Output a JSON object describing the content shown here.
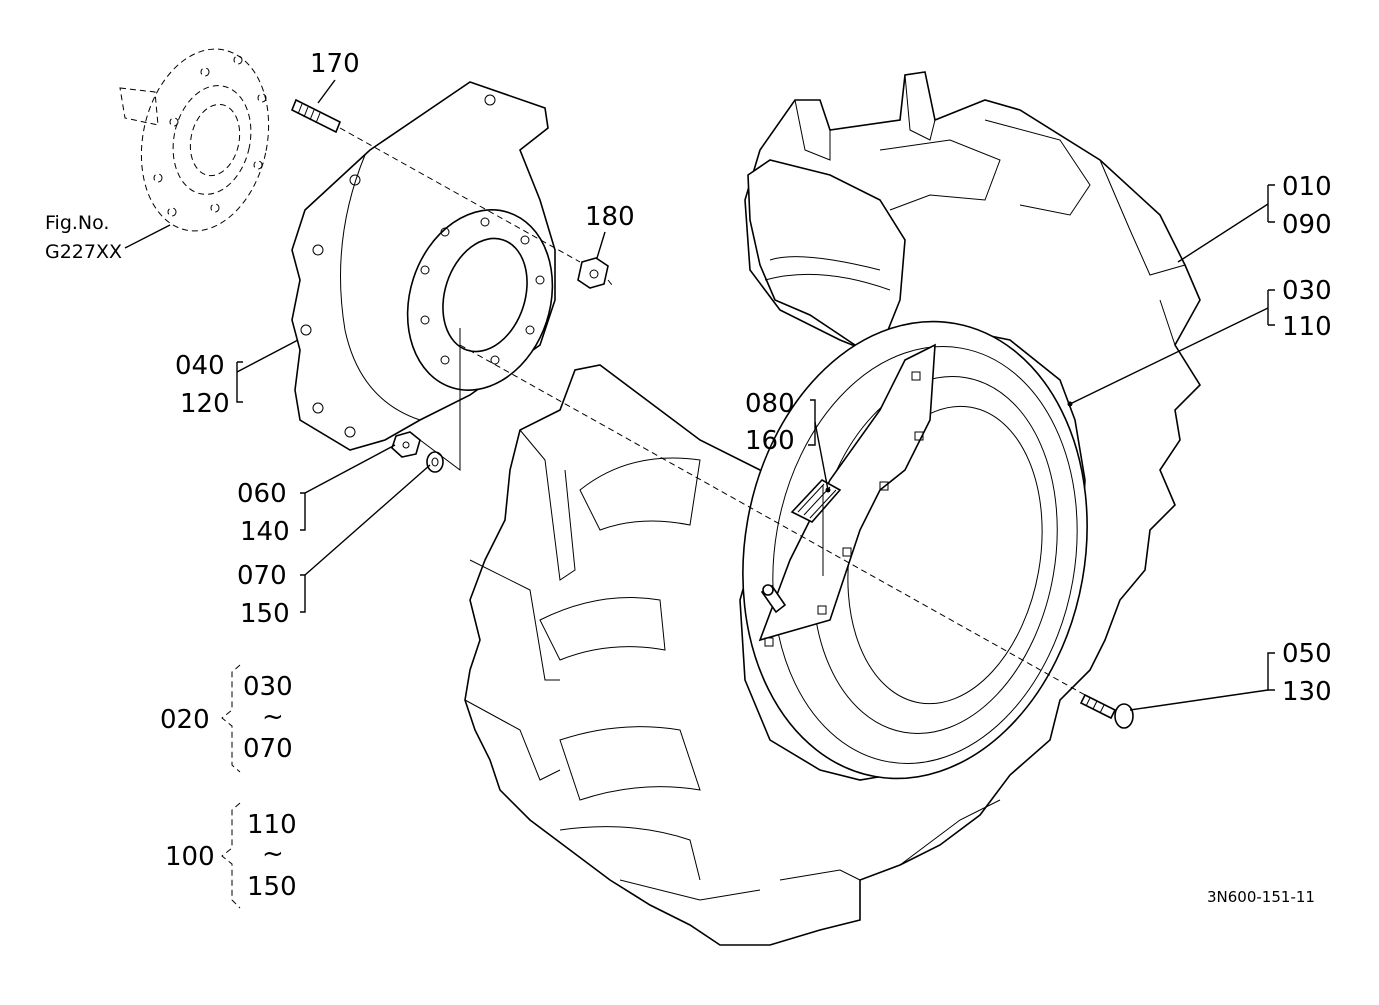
{
  "figure_ref": {
    "line1": "Fig.No.",
    "line2": "G227XX"
  },
  "drawing_code": "3N600-151-11",
  "callouts": {
    "p170": "170",
    "p180": "180",
    "p010": "010",
    "p090": "090",
    "p030": "030",
    "p110": "110",
    "p040": "040",
    "p120": "120",
    "p080": "080",
    "p160": "160",
    "p060": "060",
    "p140": "140",
    "p070": "070",
    "p150": "150",
    "p050": "050",
    "p130": "130"
  },
  "assemblies": [
    {
      "id": "020",
      "from": "030",
      "tilde": "~",
      "to": "070"
    },
    {
      "id": "100",
      "from": "110",
      "tilde": "~",
      "to": "150"
    }
  ]
}
